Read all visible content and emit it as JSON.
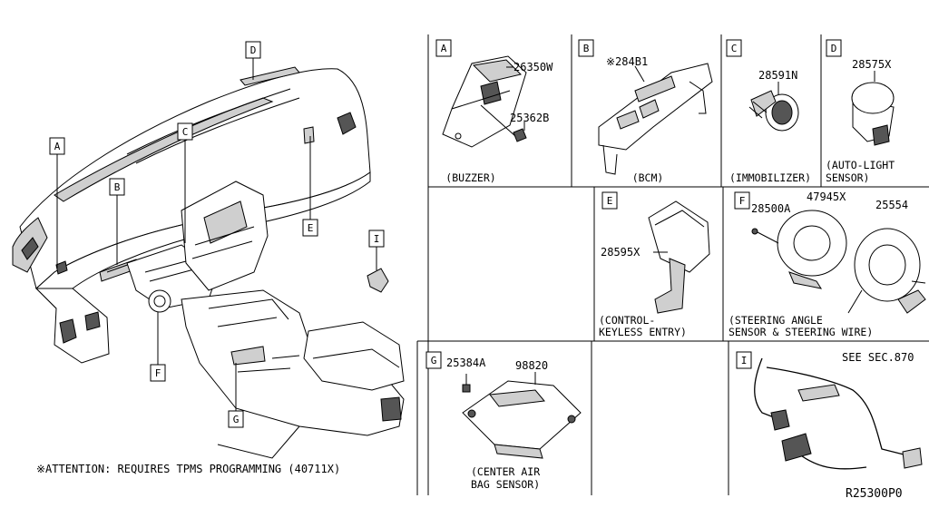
{
  "diagram": {
    "overview": {
      "callouts": [
        "A",
        "B",
        "C",
        "D",
        "E",
        "F",
        "G",
        "I"
      ],
      "attention_note": "※ATTENTION: REQUIRES TPMS PROGRAMMING (40711X)"
    },
    "panels": {
      "A": {
        "letter": "A",
        "parts": [
          "26350W",
          "25362B"
        ],
        "caption": [
          "(BUZZER)"
        ]
      },
      "B": {
        "letter": "B",
        "parts": [
          "※284B1"
        ],
        "caption": [
          "(BCM)"
        ]
      },
      "C": {
        "letter": "C",
        "parts": [
          "28591N"
        ],
        "caption": [
          "(IMMOBILIZER)"
        ]
      },
      "D": {
        "letter": "D",
        "parts": [
          "28575X"
        ],
        "caption": [
          "(AUTO-LIGHT",
          "SENSOR)"
        ]
      },
      "E": {
        "letter": "E",
        "parts": [
          "28595X"
        ],
        "caption": [
          "(CONTROL-",
          "KEYLESS ENTRY)"
        ]
      },
      "F": {
        "letter": "F",
        "parts": [
          "28500A",
          "47945X",
          "25554"
        ],
        "caption": [
          "(STEERING ANGLE",
          "SENSOR & STEERING WIRE)"
        ]
      },
      "G": {
        "letter": "G",
        "parts": [
          "25384A",
          "98820"
        ],
        "caption": [
          "(CENTER AIR",
          "BAG SENSOR)"
        ]
      },
      "I": {
        "letter": "I",
        "parts": [
          "SEE SEC.870"
        ],
        "caption": []
      }
    },
    "diagram_code": "R25300P0"
  }
}
